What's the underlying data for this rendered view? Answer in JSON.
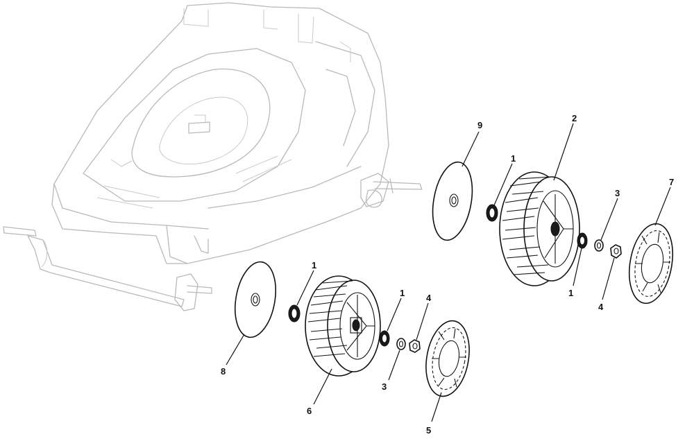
{
  "diagram": {
    "callouts": [
      {
        "id": "c-9",
        "label": "9"
      },
      {
        "id": "c-1a",
        "label": "1"
      },
      {
        "id": "c-2",
        "label": "2"
      },
      {
        "id": "c-3a",
        "label": "3"
      },
      {
        "id": "c-7",
        "label": "7"
      },
      {
        "id": "c-1b",
        "label": "1"
      },
      {
        "id": "c-4a",
        "label": "4"
      },
      {
        "id": "c-1c",
        "label": "1"
      },
      {
        "id": "c-1d",
        "label": "1"
      },
      {
        "id": "c-4b",
        "label": "4"
      },
      {
        "id": "c-8",
        "label": "8"
      },
      {
        "id": "c-3b",
        "label": "3"
      },
      {
        "id": "c-6",
        "label": "6"
      },
      {
        "id": "c-5",
        "label": "5"
      }
    ]
  }
}
